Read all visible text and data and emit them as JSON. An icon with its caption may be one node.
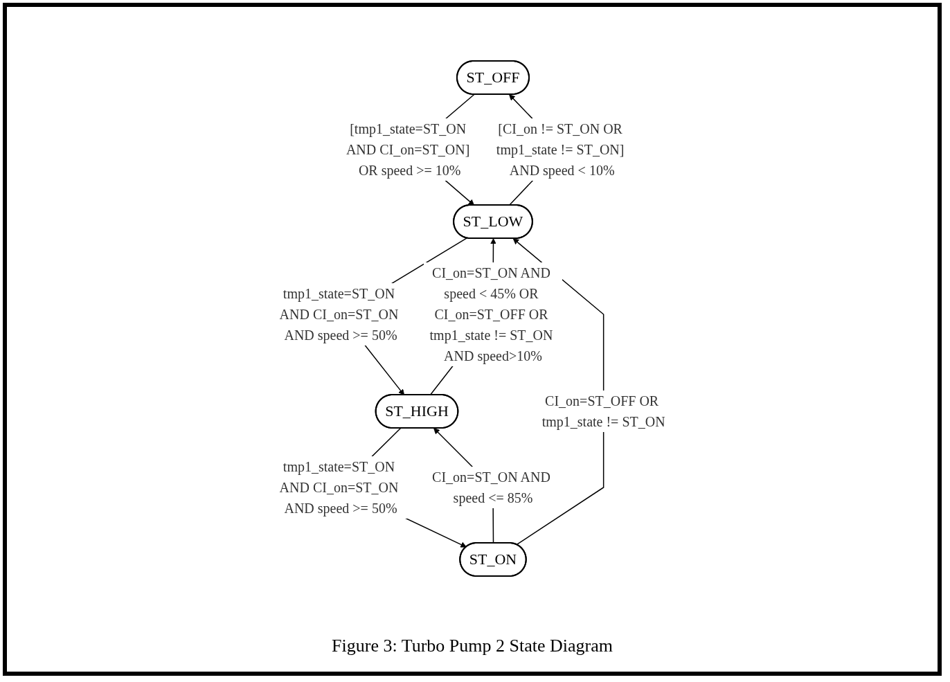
{
  "diagram": {
    "caption": "Figure 3: Turbo Pump 2 State Diagram",
    "nodes": [
      {
        "text": [
          "ST_OFF"
        ]
      },
      {
        "text": [
          "ST_LOW"
        ]
      },
      {
        "text": [
          "ST_HIGH"
        ]
      },
      {
        "text": [
          "ST_ON"
        ]
      }
    ],
    "edges": [
      {
        "from": 1,
        "to": 0,
        "arrow": "to",
        "label": "[CI_on != ST_ON OR tmp1_state != ST_ON] AND speed < 10%"
      },
      {
        "from": 0,
        "to": 1,
        "arrow": "to",
        "label": "[tmp1_state=ST_ON AND CI_on=ST_ON] OR speed >= 10%"
      },
      {
        "from": 2,
        "to": 1,
        "arrow": "to",
        "label": "CI_on=ST_ON AND speed < 45% OR CI_on=ST_OFF OR tmp1_state != ST_ON AND speed>10%"
      },
      {
        "from": 1,
        "to": 2,
        "arrow": "to",
        "label": "tmp1_state=ST_ON AND CI_on=ST_ON AND speed >= 50%"
      },
      {
        "from": 3,
        "to": 2,
        "arrow": "to",
        "label": "CI_on=ST_ON AND speed <= 85%"
      },
      {
        "from": 2,
        "to": 3,
        "arrow": "to",
        "label": "tmp1_state=ST_ON AND CI_on=ST_ON AND speed >= 50%"
      },
      {
        "from": 3,
        "to": 1,
        "arrow": "to",
        "label": "CI_on=ST_OFF OR tmp1_state != ST_ON"
      }
    ]
  }
}
